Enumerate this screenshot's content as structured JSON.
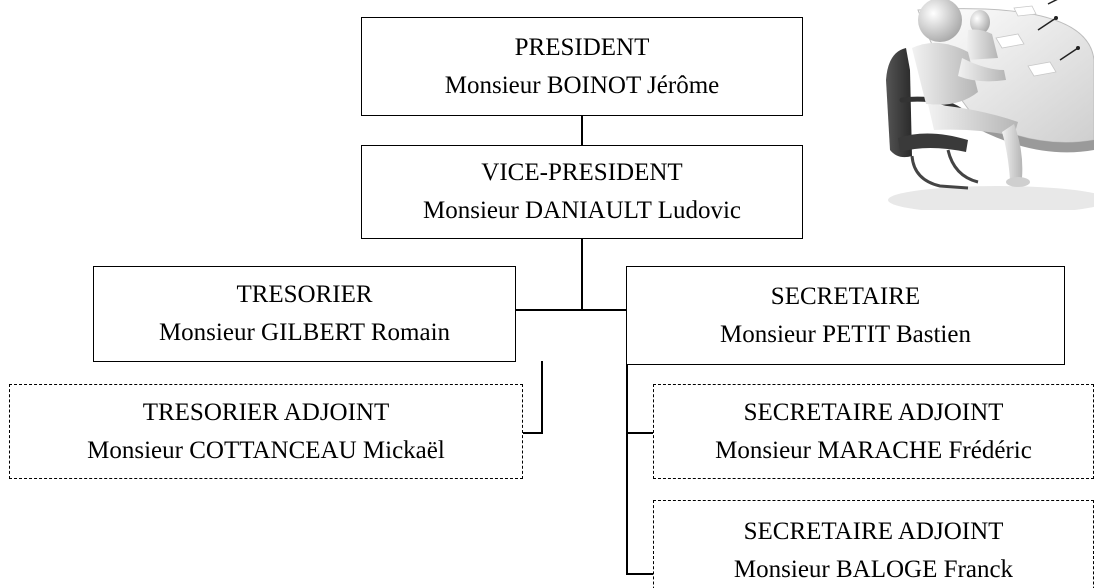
{
  "org_chart": {
    "president": {
      "role": "PRESIDENT",
      "name": "Monsieur BOINOT Jérôme"
    },
    "vice_president": {
      "role": "VICE-PRESIDENT",
      "name": "Monsieur DANIAULT Ludovic"
    },
    "treasurer": {
      "role": "TRESORIER",
      "name": "Monsieur GILBERT Romain"
    },
    "treasurer_deputy": {
      "role": "TRESORIER ADJOINT",
      "name": "Monsieur COTTANCEAU Mickaël"
    },
    "secretary": {
      "role": "SECRETAIRE",
      "name": "Monsieur PETIT Bastien"
    },
    "secretary_deputy_1": {
      "role": "SECRETAIRE ADJOINT",
      "name": "Monsieur MARACHE Frédéric"
    },
    "secretary_deputy_2": {
      "role": "SECRETAIRE ADJOINT",
      "name": "Monsieur BALOGE Franck"
    }
  },
  "illustration": {
    "icon": "meeting-table-people-icon"
  },
  "colors": {
    "line": "#000000",
    "background": "#ffffff",
    "figure": "#d9d9d9"
  }
}
